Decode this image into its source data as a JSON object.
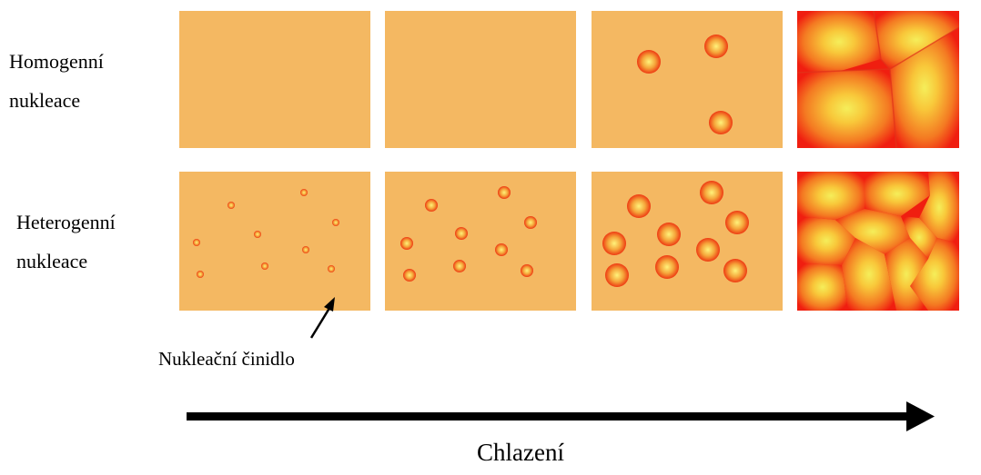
{
  "rows": [
    {
      "label_line1": "Homogenní",
      "label_line2": "nukleace"
    },
    {
      "label_line1": "Heterogenní",
      "label_line2": "nukleace"
    }
  ],
  "annotation": "Nukleační činidlo",
  "axis_label": "Chlazení",
  "colors": {
    "melt": "#f4b862",
    "grain_center": "#f5ee5a",
    "grain_edge": "#f01e10",
    "arrow": "#000000"
  }
}
